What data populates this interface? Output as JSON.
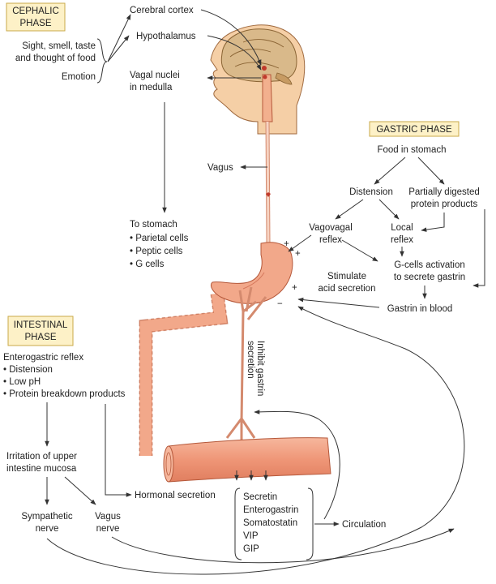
{
  "phases": {
    "cephalic": [
      "CEPHALIC",
      "PHASE"
    ],
    "gastric": "GASTRIC PHASE",
    "intestinal": [
      "INTESTINAL",
      "PHASE"
    ]
  },
  "cephalic": {
    "stimuli": [
      "Sight, smell, taste",
      "and thought of food"
    ],
    "emotion": "Emotion",
    "cerebral_cortex": "Cerebral cortex",
    "hypothalamus": "Hypothalamus",
    "vagal_nuclei": [
      "Vagal nuclei",
      "in medulla"
    ],
    "vagus": "Vagus",
    "to_stomach": "To stomach",
    "targets": [
      "• Parietal cells",
      "• Peptic cells",
      "• G cells"
    ]
  },
  "gastric": {
    "food": "Food in stomach",
    "distension": "Distension",
    "partially_digested": [
      "Partially digested",
      "protein products"
    ],
    "vagovagal": [
      "Vagovagal",
      "reflex"
    ],
    "local": [
      "Local",
      "reflex"
    ],
    "gcells": [
      "G-cells activation",
      "to secrete gastrin"
    ],
    "stimulate": [
      "Stimulate",
      "acid secretion"
    ],
    "gastrin_blood": "Gastrin in blood",
    "signs": {
      "plus": "+",
      "minus": "−"
    }
  },
  "intestinal": {
    "reflex_title": "Enterogastric reflex",
    "reflex_items": [
      "• Distension",
      "• Low pH",
      "• Protein breakdown products"
    ],
    "irritation": [
      "Irritation of upper",
      "intestine mucosa"
    ],
    "sympathetic": [
      "Sympathetic",
      "nerve"
    ],
    "vagus_nerve": [
      "Vagus",
      "nerve"
    ],
    "hormonal": "Hormonal secretion",
    "hormones": [
      "Secretin",
      "Enterogastrin",
      "Somatostatin",
      "VIP",
      "GIP"
    ],
    "circulation": "Circulation",
    "inhibit": [
      "Inhibit gastrin",
      "secretion"
    ]
  },
  "colors": {
    "organ_fill": "#f2a88a",
    "organ_stroke": "#b5583a",
    "head_fill": "#f5cfa6",
    "brain_fill": "#d9b98a",
    "phase_box": "#fdf1c7",
    "phase_border": "#c9a94a"
  }
}
